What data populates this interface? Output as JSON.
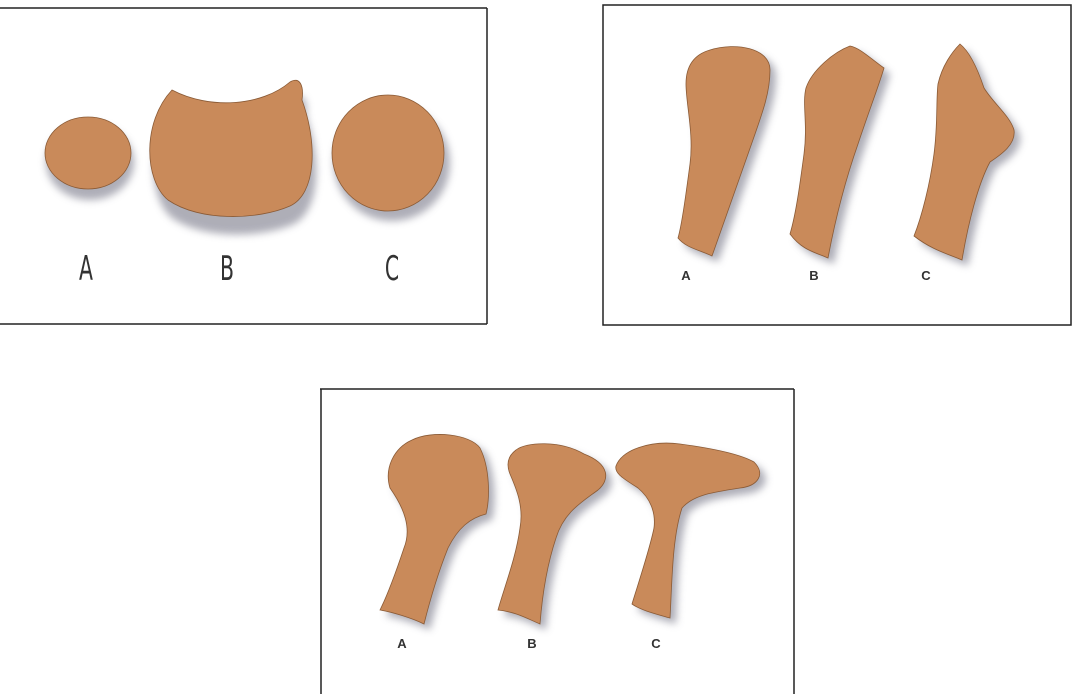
{
  "panels": [
    {
      "id": "panel-1",
      "labels": [
        "A",
        "B",
        "C"
      ]
    },
    {
      "id": "panel-2",
      "labels": [
        "A",
        "B",
        "C"
      ]
    },
    {
      "id": "panel-3",
      "labels": [
        "A",
        "B",
        "C"
      ]
    }
  ],
  "colors": {
    "shape_fill": "#c98a5a",
    "shape_edge": "#8a5a35",
    "shadow": "#9a9aa6",
    "frame": "#222222",
    "label": "#333333"
  }
}
